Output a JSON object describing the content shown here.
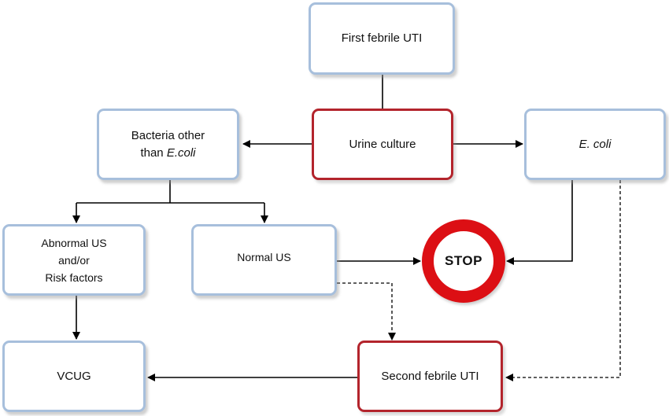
{
  "nodes": {
    "first_febrile_uti": "First febrile UTI",
    "urine_culture": "Urine culture",
    "bacteria_other_line1": "Bacteria other",
    "bacteria_other_line2_prefix": "than ",
    "bacteria_other_line2_italic": "E.coli",
    "e_coli": "E. coli",
    "abnormal_us_line1": "Abnormal US",
    "abnormal_us_line2": "and/or",
    "abnormal_us_line3": "Risk factors",
    "normal_us": "Normal US",
    "stop": "STOP",
    "vcug": "VCUG",
    "second_febrile_uti": "Second febrile UTI"
  },
  "colors": {
    "pathway_box_border": "#a7bfdc",
    "key_box_border": "#b3242c",
    "stop_sign": "#dc0f14",
    "connector": "#000000"
  }
}
